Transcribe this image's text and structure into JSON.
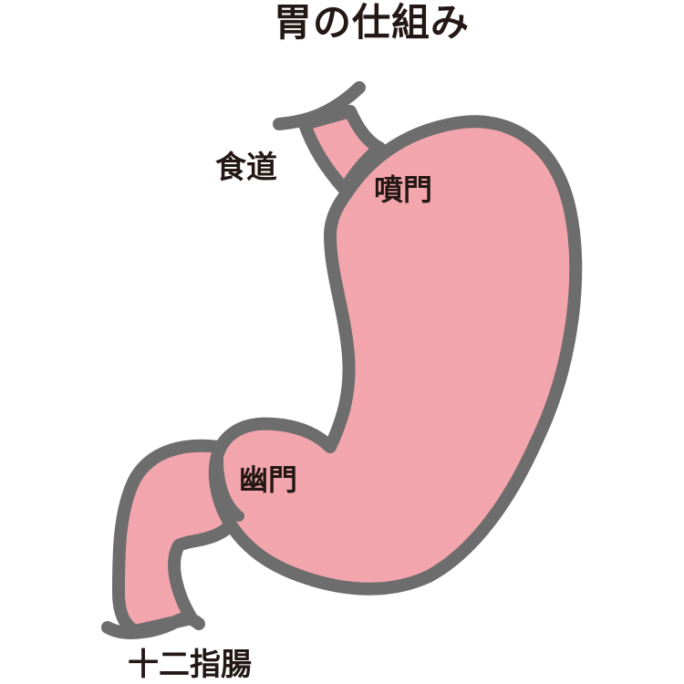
{
  "title": "胃の仕組み",
  "labels": {
    "esophagus": "食道",
    "cardia": "噴門",
    "pylorus": "幽門",
    "duodenum": "十二指腸"
  },
  "colors": {
    "organ_fill": "#f2a5ac",
    "outline": "#6d6d6d",
    "text": "#231815",
    "background": "#ffffff"
  }
}
